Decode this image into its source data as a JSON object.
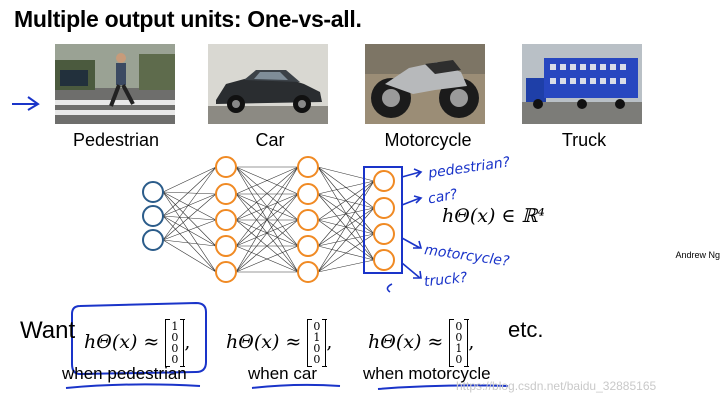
{
  "title": "Multiple output units: One-vs-all.",
  "images": [
    {
      "caption": "Pedestrian"
    },
    {
      "caption": "Car"
    },
    {
      "caption": "Motorcycle"
    },
    {
      "caption": "Truck"
    }
  ],
  "author": "Andrew Ng",
  "annotations": {
    "pedestrian": "pedestrian?",
    "car": "car?",
    "motorcycle": "motorcycle?",
    "truck": "truck?"
  },
  "hypothesis": "hΘ(x) ∈ ℝ⁴",
  "want_label": "Want",
  "equations": [
    {
      "lhs": "hΘ(x) ≈",
      "vector": [
        "1",
        "0",
        "0",
        "0"
      ],
      "under": "when pedestrian"
    },
    {
      "lhs": "hΘ(x) ≈",
      "vector": [
        "0",
        "1",
        "0",
        "0"
      ],
      "under": "when car"
    },
    {
      "lhs": "hΘ(x) ≈",
      "vector": [
        "0",
        "0",
        "1",
        "0"
      ],
      "under": "when motorcycle"
    }
  ],
  "etc": "etc.",
  "watermark": "https://blog.csdn.net/baidu_32885165",
  "colors": {
    "neuron": "#f08a24",
    "input_neuron": "#2b5c8a",
    "ink": "#1a34c9"
  }
}
